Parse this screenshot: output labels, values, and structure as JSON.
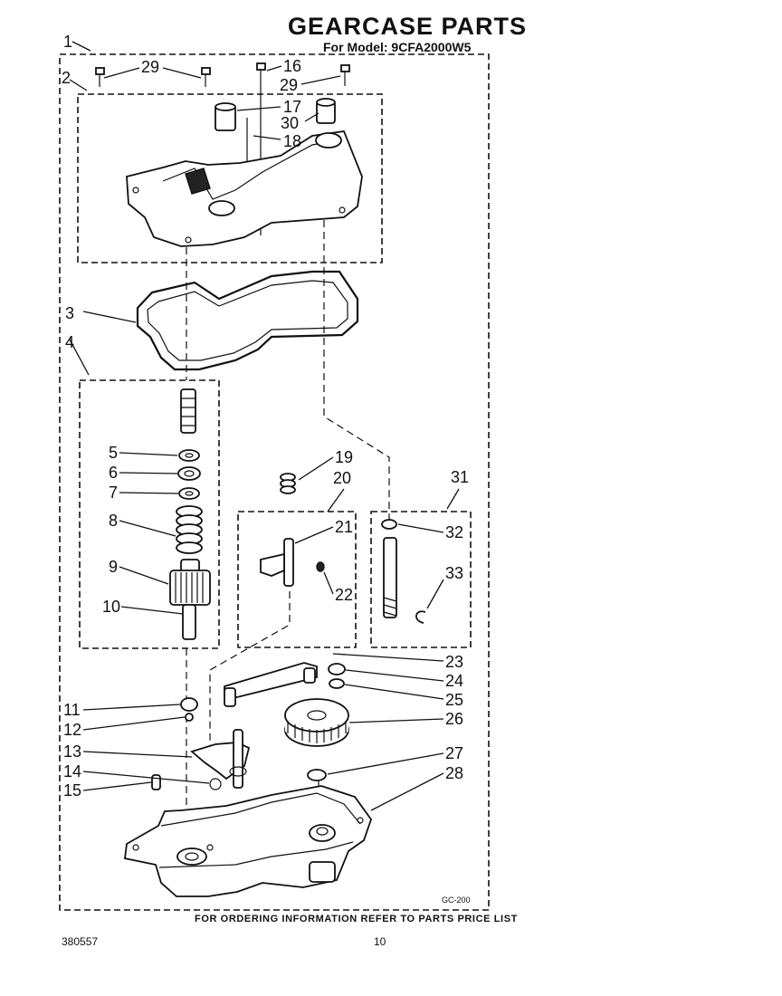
{
  "title": "GEARCASE PARTS",
  "model_line": "For Model: 9CFA2000W5",
  "footer": "FOR ORDERING INFORMATION REFER TO PARTS PRICE LIST",
  "doc_number": "380557",
  "page_number": "10",
  "diagram_code": "GC-200",
  "callouts": {
    "c1": "1",
    "c2": "2",
    "c3": "3",
    "c4": "4",
    "c5": "5",
    "c6": "6",
    "c7": "7",
    "c8": "8",
    "c9": "9",
    "c10": "10",
    "c11": "11",
    "c12": "12",
    "c13": "13",
    "c14": "14",
    "c15": "15",
    "c16": "16",
    "c17": "17",
    "c18": "18",
    "c19": "19",
    "c20": "20",
    "c21": "21",
    "c22": "22",
    "c23": "23",
    "c24": "24",
    "c25": "25",
    "c26": "26",
    "c27": "27",
    "c28": "28",
    "c29a": "29",
    "c29b": "29",
    "c30": "30",
    "c31": "31",
    "c32": "32",
    "c33": "33"
  }
}
